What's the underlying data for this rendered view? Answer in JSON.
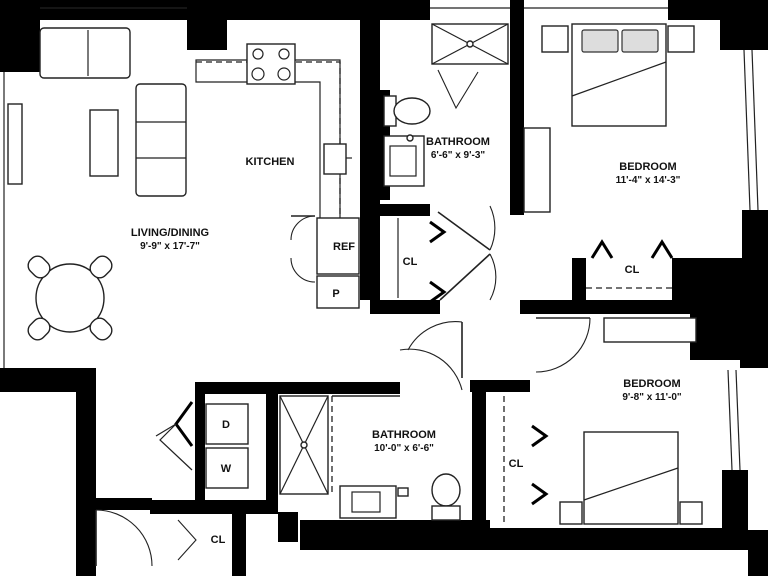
{
  "rooms": {
    "living": {
      "name": "LIVING/DINING",
      "dims": "9'-9\" x 17'-7\""
    },
    "kitchen": {
      "name": "KITCHEN"
    },
    "bath1": {
      "name": "BATHROOM",
      "dims": "6'-6\" x 9'-3\""
    },
    "bed1": {
      "name": "BEDROOM",
      "dims": "11'-4\" x 14'-3\""
    },
    "bed2": {
      "name": "BEDROOM",
      "dims": "9'-8\" x 11'-0\""
    },
    "bath2": {
      "name": "BATHROOM",
      "dims": "10'-0\" x 6'-6\""
    }
  },
  "fixtures": {
    "ref": "REF",
    "pantry": "P",
    "washer": "W",
    "dryer": "D",
    "closets": [
      "CL",
      "CL",
      "CL",
      "CL"
    ]
  }
}
